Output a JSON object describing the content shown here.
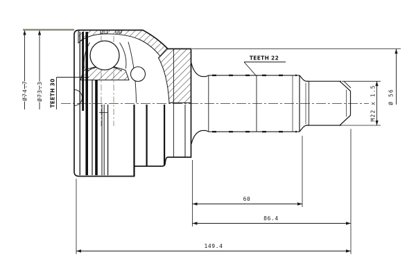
{
  "drawing": {
    "type": "technical-drawing",
    "subject": "cv-joint-outer-with-shaft",
    "labels": {
      "dia_housing_outer": "Ø74.7",
      "dia_housing_inner": "Ø73.3",
      "teeth_inner_race": "TEETH 30",
      "teeth_shaft_spline": "TEETH 22",
      "thread_spec": "M22 x 1.5",
      "dia_body": "Ø 56",
      "len_spline": "60",
      "len_shaft": "86.4",
      "len_total": "149.4"
    },
    "colors": {
      "ink": "#1a1a1a",
      "bar": "#111111",
      "hatch": "#2a2a2a",
      "aux_gray": "#8b8b7d",
      "centerline": "#606060",
      "center_mark": "#8e9582",
      "background": "#ffffff"
    }
  }
}
